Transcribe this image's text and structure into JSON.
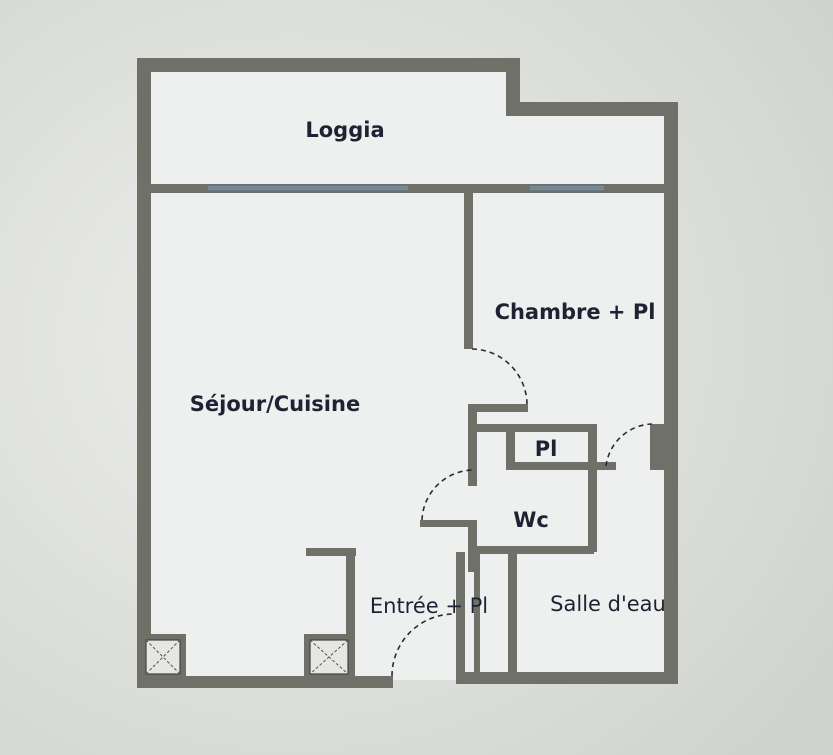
{
  "plan": {
    "rooms": [
      {
        "id": "loggia",
        "label": "Loggia",
        "bold": true
      },
      {
        "id": "chambre",
        "label": "Chambre + Pl",
        "bold": true
      },
      {
        "id": "sejour",
        "label": "Séjour/Cuisine",
        "bold": true
      },
      {
        "id": "placard",
        "label": "Pl",
        "bold": true
      },
      {
        "id": "wc",
        "label": "Wc",
        "bold": true
      },
      {
        "id": "entree",
        "label": "Entrée + Pl",
        "bold": false
      },
      {
        "id": "salle-eau",
        "label": "Salle d'eau",
        "bold": false
      }
    ]
  },
  "colors": {
    "background": "#d9dcd8",
    "floor": "#edf0ee",
    "wall": "#6f7067",
    "window": "#8fb0cc",
    "label": "#1e2333"
  }
}
